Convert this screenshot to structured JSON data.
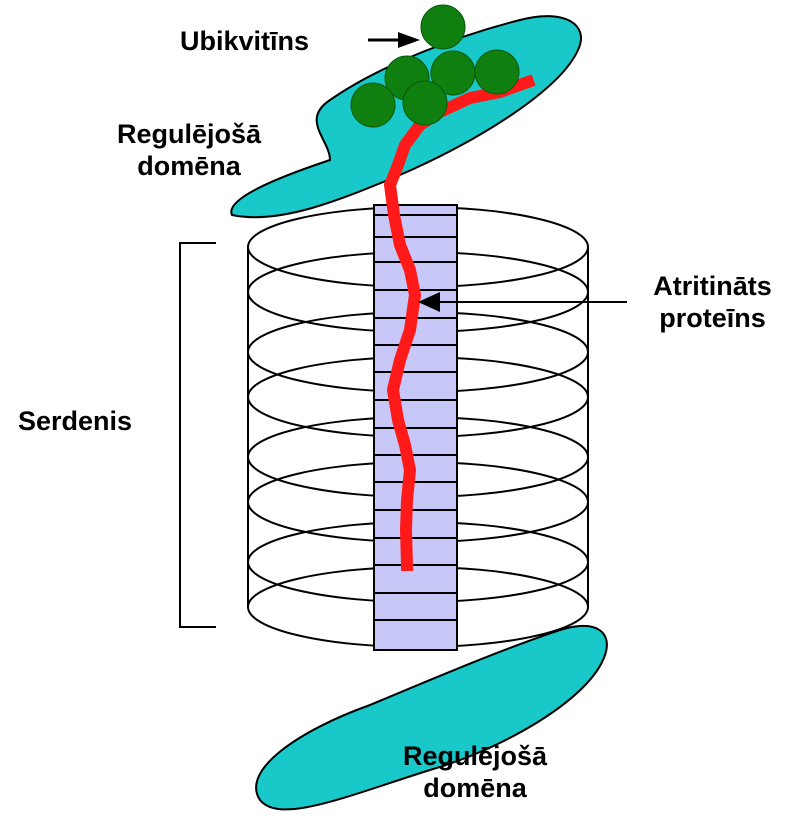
{
  "labels": {
    "ubiquitin": "Ubikvitīns",
    "regulatory_top_line1": "Regulējošā",
    "regulatory_top_line2": "domēna",
    "unfolded_line1": "Atritināts",
    "unfolded_line2": "proteīns",
    "core": "Serdenis",
    "regulatory_bottom_line1": "Regulējošā",
    "regulatory_bottom_line2": "domēna"
  },
  "colors": {
    "regulatory_domain": "#19c8c8",
    "ubiquitin": "#0f7f0f",
    "protein_chain": "#ff1a1a",
    "channel": "#c8c8f8",
    "outline": "#000000"
  },
  "structure": {
    "ring_count": 8,
    "ubiquitin_count": 6
  }
}
